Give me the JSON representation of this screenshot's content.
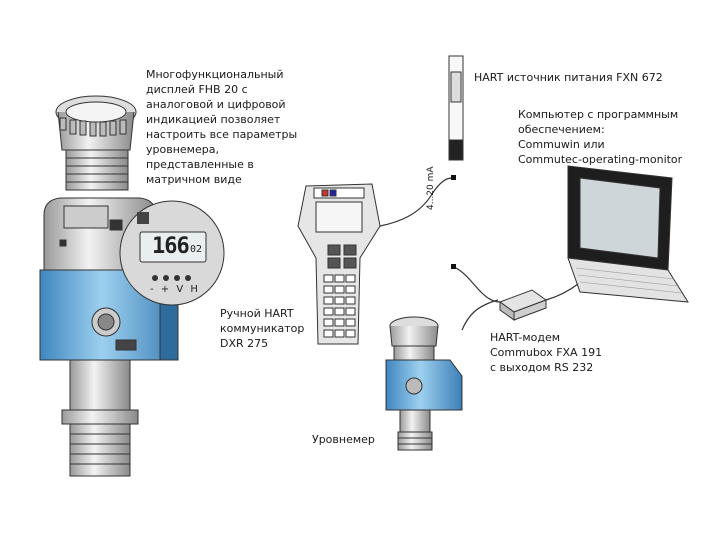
{
  "labels": {
    "display_desc": [
      "Многофункциональный",
      "дисплей FHB 20 с",
      "аналоговой и цифровой",
      "индикацией позволяет",
      "настроить все параметры",
      "уровнемера,",
      "представленные в",
      "матричном виде"
    ],
    "power_supply": "HART источник питания FXN 672",
    "computer": [
      "Компьютер с программным",
      "обеспечением:",
      "Commuwin или",
      "Commutec-operating-monitor"
    ],
    "communicator": [
      "Ручной HART",
      "коммуникатор",
      "DXR 275"
    ],
    "modem": [
      "HART-модем",
      "Commubox FXA 191",
      "с выходом RS 232"
    ],
    "level_meter": "Уровнемер",
    "current_loop": "4...20 mA"
  },
  "display_readout": {
    "digits": "166",
    "small_digits": "02",
    "keys": "- + V H"
  },
  "colors": {
    "housing_blue": "#5ea9d8",
    "metal": "#c8c8c8",
    "outline": "#333333",
    "lcd": "#e9eef0"
  }
}
